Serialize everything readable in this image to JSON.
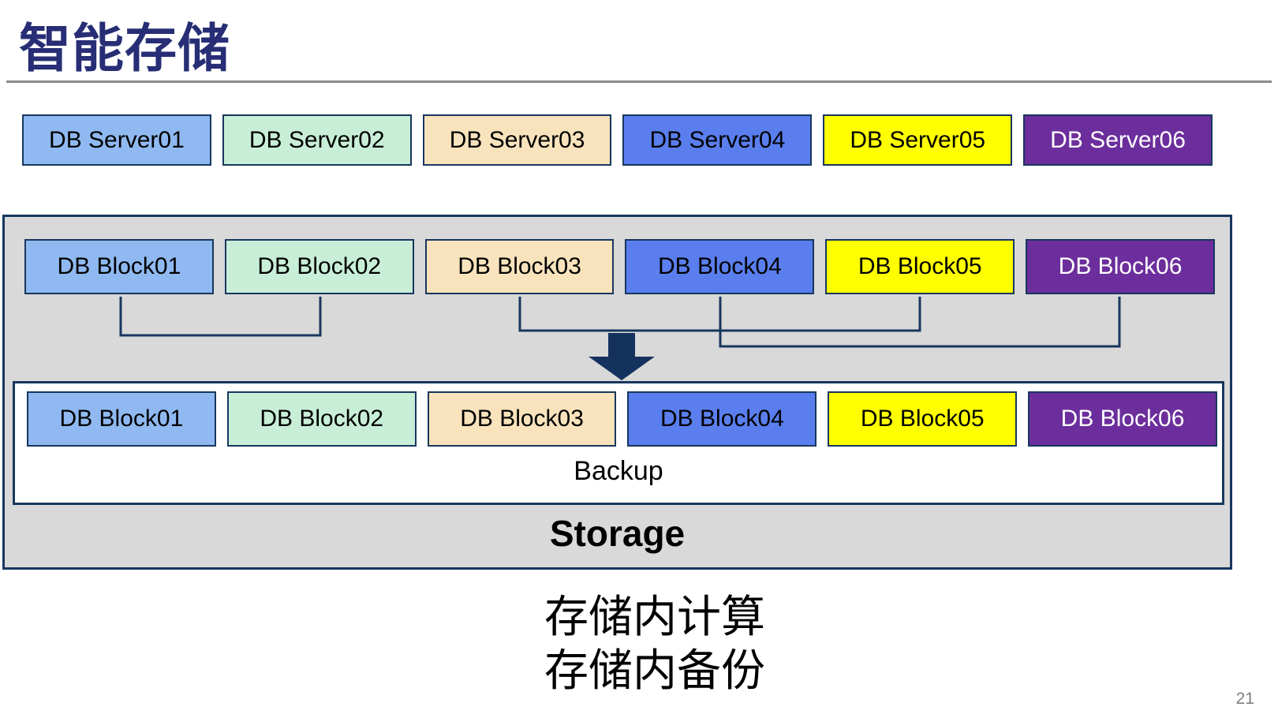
{
  "title": "智能存储",
  "servers": [
    {
      "label": "DB Server01",
      "bg": "#8FB9F0",
      "fg": "#000000"
    },
    {
      "label": "DB Server02",
      "bg": "#C8EED8",
      "fg": "#000000"
    },
    {
      "label": "DB Server03",
      "bg": "#F8E3BC",
      "fg": "#000000"
    },
    {
      "label": "DB Server04",
      "bg": "#5A7EED",
      "fg": "#000000"
    },
    {
      "label": "DB Server05",
      "bg": "#FFFF00",
      "fg": "#000000"
    },
    {
      "label": "DB Server06",
      "bg": "#6C2E9C",
      "fg": "#FFFFFF"
    }
  ],
  "storage_unit": {
    "blocks_top": [
      {
        "label": "DB Block01",
        "bg": "#8FB9F0",
        "fg": "#000000"
      },
      {
        "label": "DB Block02",
        "bg": "#C8EED8",
        "fg": "#000000"
      },
      {
        "label": "DB Block03",
        "bg": "#F8E3BC",
        "fg": "#000000"
      },
      {
        "label": "DB Block04",
        "bg": "#5A7EED",
        "fg": "#000000"
      },
      {
        "label": "DB Block05",
        "bg": "#FFFF00",
        "fg": "#000000"
      },
      {
        "label": "DB Block06",
        "bg": "#6C2E9C",
        "fg": "#FFFFFF"
      }
    ],
    "blocks_bottom": [
      {
        "label": "DB Block01",
        "bg": "#8FB9F0",
        "fg": "#000000"
      },
      {
        "label": "DB Block02",
        "bg": "#C8EED8",
        "fg": "#000000"
      },
      {
        "label": "DB Block03",
        "bg": "#F8E3BC",
        "fg": "#000000"
      },
      {
        "label": "DB Block04",
        "bg": "#5A7EED",
        "fg": "#000000"
      },
      {
        "label": "DB Block05",
        "bg": "#FFFF00",
        "fg": "#000000"
      },
      {
        "label": "DB Block06",
        "bg": "#6C2E9C",
        "fg": "#FFFFFF"
      }
    ],
    "backup_label": "Backup",
    "storage_label": "Storage"
  },
  "caption": {
    "line1": "存储内计算",
    "line2": "存储内备份"
  },
  "page_number": "21",
  "colors": {
    "box_border": "#17375E",
    "connector": "#17375E",
    "arrow": "#15325F",
    "container_bg": "#D9D9D9",
    "title": "#272E75",
    "rule": "#8C8C8C"
  }
}
